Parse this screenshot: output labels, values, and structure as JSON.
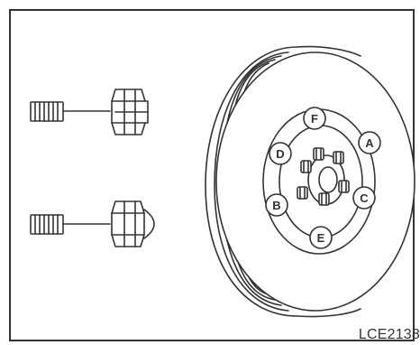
{
  "figure_code": "LCE2138",
  "nut_labels": [
    "A",
    "B",
    "C",
    "D",
    "E",
    "F"
  ],
  "colors": {
    "line": "#333333",
    "background": "#ffffff"
  }
}
